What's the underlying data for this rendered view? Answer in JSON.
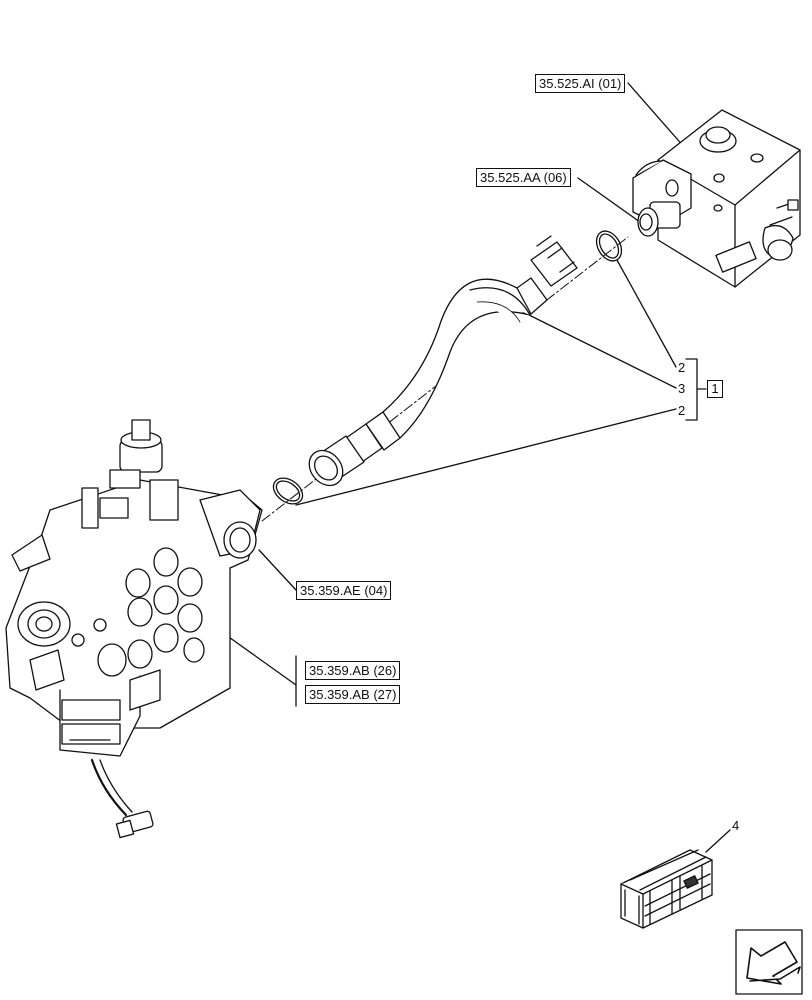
{
  "references": {
    "ai01": "35.525.AI (01)",
    "aa06": "35.525.AA (06)",
    "ae04": "35.359.AE (04)",
    "ab26": "35.359.AB (26)",
    "ab27": "35.359.AB (27)"
  },
  "callouts": {
    "oring_top": "2",
    "hose": "3",
    "oring_bottom": "2",
    "kit": "1",
    "crate": "4"
  },
  "icons": {
    "nav": "arrow-back-icon"
  }
}
